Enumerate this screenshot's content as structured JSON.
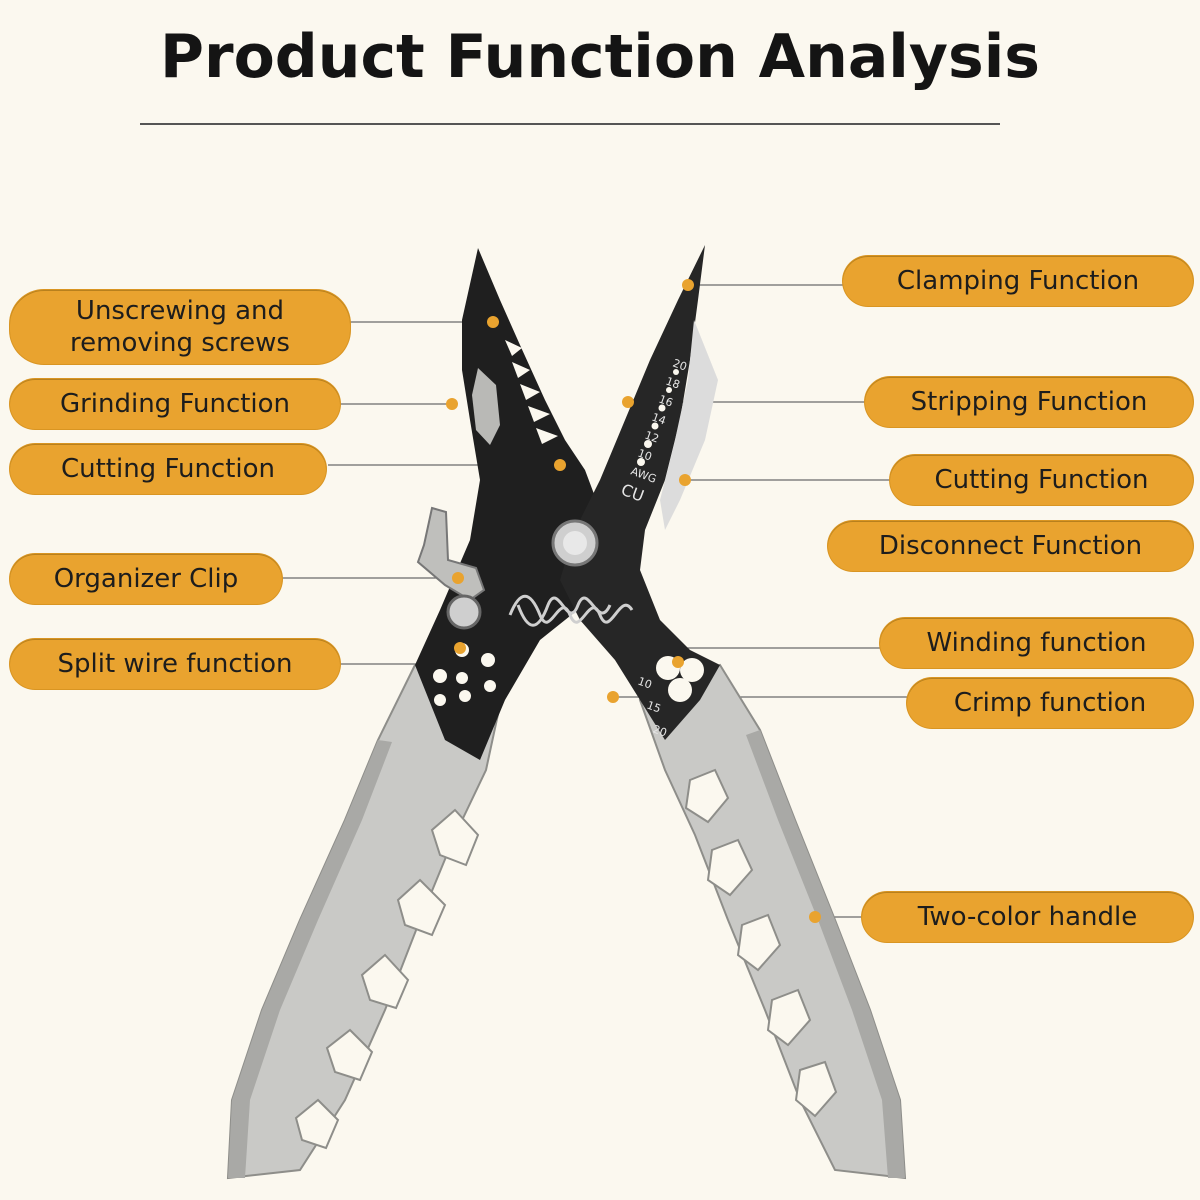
{
  "title": "Product Function Analysis",
  "colors": {
    "label_fill": "#e9a32f",
    "background": "#fbf8ef",
    "jaw": "#1f1f1f",
    "handle": "#c8c8c6"
  },
  "labels_left": [
    {
      "text": "Unscrewing and\nremoving screws"
    },
    {
      "text": "Grinding Function"
    },
    {
      "text": "Cutting Function"
    },
    {
      "text": "Organizer Clip"
    },
    {
      "text": "Split wire function"
    }
  ],
  "labels_right": [
    {
      "text": "Clamping Function"
    },
    {
      "text": "Stripping Function"
    },
    {
      "text": "Cutting Function"
    },
    {
      "text": "Disconnect Function"
    },
    {
      "text": "Winding function"
    },
    {
      "text": "Crimp function"
    },
    {
      "text": "Two-color handle"
    }
  ],
  "scale_marks": [
    "20",
    "18",
    "16",
    "14",
    "12",
    "10",
    "AWG"
  ],
  "crimp_marks": [
    "10",
    "15",
    "20"
  ],
  "jaw_letters": [
    "CU"
  ]
}
